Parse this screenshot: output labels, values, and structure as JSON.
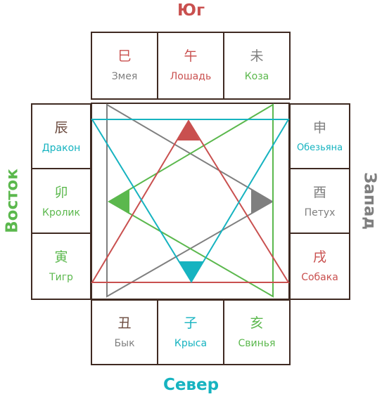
{
  "directions": {
    "south": "Юг",
    "north": "Север",
    "east": "Восток",
    "west": "Запад"
  },
  "colors": {
    "south": "#c9504f",
    "north": "#16b3c0",
    "east": "#5bb84d",
    "west": "#7f7f7f",
    "border": "#3f2a22",
    "dark": "#6b4a3e"
  },
  "signs": {
    "snake": {
      "glyph": "巳",
      "name": "Змея",
      "glyph_color": "#c9504f",
      "name_color": "#7f7f7f"
    },
    "horse": {
      "glyph": "午",
      "name": "Лошадь",
      "glyph_color": "#c9504f",
      "name_color": "#c9504f"
    },
    "goat": {
      "glyph": "未",
      "name": "Коза",
      "glyph_color": "#7f7f7f",
      "name_color": "#5bb84d"
    },
    "dragon": {
      "glyph": "辰",
      "name": "Дракон",
      "glyph_color": "#6b4a3e",
      "name_color": "#16b3c0"
    },
    "monkey": {
      "glyph": "申",
      "name": "Обезьяна",
      "glyph_color": "#7f7f7f",
      "name_color": "#16b3c0"
    },
    "rabbit": {
      "glyph": "卯",
      "name": "Кролик",
      "glyph_color": "#5bb84d",
      "name_color": "#5bb84d"
    },
    "rooster": {
      "glyph": "酉",
      "name": "Петух",
      "glyph_color": "#7f7f7f",
      "name_color": "#7f7f7f"
    },
    "tiger": {
      "glyph": "寅",
      "name": "Тигр",
      "glyph_color": "#5bb84d",
      "name_color": "#5bb84d"
    },
    "dog": {
      "glyph": "戌",
      "name": "Собака",
      "glyph_color": "#c9504f",
      "name_color": "#c9504f"
    },
    "ox": {
      "glyph": "丑",
      "name": "Бык",
      "glyph_color": "#6b4a3e",
      "name_color": "#7f7f7f"
    },
    "rat": {
      "glyph": "子",
      "name": "Крыса",
      "glyph_color": "#16b3c0",
      "name_color": "#16b3c0"
    },
    "pig": {
      "glyph": "亥",
      "name": "Свинья",
      "glyph_color": "#5bb84d",
      "name_color": "#5bb84d"
    }
  }
}
